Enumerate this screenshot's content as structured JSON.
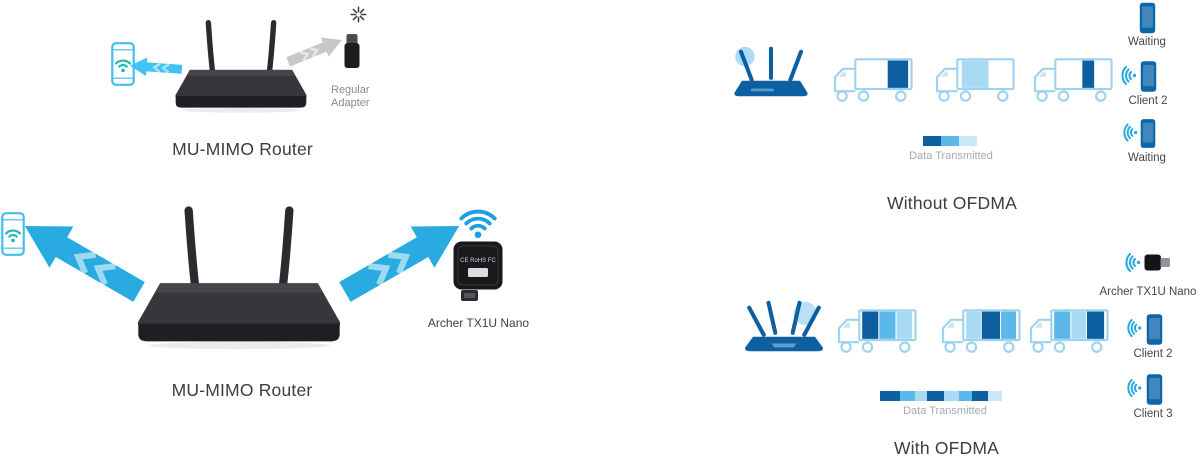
{
  "left": {
    "small": {
      "adapter_label": "Regular Adapter",
      "title": "MU-MIMO Router"
    },
    "large": {
      "adapter_label": "Archer TX1U Nano",
      "adapter_marks": "CE RoHS FC",
      "title": "MU-MIMO Router"
    }
  },
  "right": {
    "without": {
      "title": "Without OFDMA",
      "bar_label": "Data Transmitted",
      "bar_segments": [
        {
          "w": 18,
          "color": "#0e5f9f"
        },
        {
          "w": 18,
          "color": "#5bb8e8"
        },
        {
          "w": 18,
          "color": "#c9e8f8"
        }
      ],
      "trucks": [
        {
          "segments": [
            {
              "x": 0.58,
              "w": 0.38,
              "color": "#0e5f9f"
            }
          ]
        },
        {
          "segments": [
            {
              "x": 0.06,
              "w": 0.5,
              "color": "#a9daf4"
            }
          ]
        },
        {
          "segments": [
            {
              "x": 0.48,
              "w": 0.22,
              "color": "#0e5f9f"
            }
          ]
        }
      ],
      "clients": [
        {
          "label": "Waiting"
        },
        {
          "label": "Client 2"
        },
        {
          "label": "Waiting"
        }
      ]
    },
    "with": {
      "title": "With OFDMA",
      "bar_label": "Data Transmitted",
      "bar_segments": [
        {
          "w": 20,
          "color": "#0e5f9f"
        },
        {
          "w": 15,
          "color": "#5bb8e8"
        },
        {
          "w": 12,
          "color": "#a9daf4"
        },
        {
          "w": 17,
          "color": "#0e5f9f"
        },
        {
          "w": 15,
          "color": "#a9daf4"
        },
        {
          "w": 13,
          "color": "#5bb8e8"
        },
        {
          "w": 16,
          "color": "#0e5f9f"
        },
        {
          "w": 14,
          "color": "#c9e8f8"
        }
      ],
      "trucks": [
        {
          "segments": [
            {
              "x": 0.03,
              "w": 0.3,
              "color": "#0e5f9f"
            },
            {
              "x": 0.35,
              "w": 0.3,
              "color": "#5bb8e8"
            },
            {
              "x": 0.67,
              "w": 0.29,
              "color": "#a9daf4"
            }
          ]
        },
        {
          "segments": [
            {
              "x": 0.03,
              "w": 0.27,
              "color": "#a9daf4"
            },
            {
              "x": 0.32,
              "w": 0.34,
              "color": "#0e5f9f"
            },
            {
              "x": 0.68,
              "w": 0.28,
              "color": "#5bb8e8"
            }
          ]
        },
        {
          "segments": [
            {
              "x": 0.03,
              "w": 0.3,
              "color": "#5bb8e8"
            },
            {
              "x": 0.35,
              "w": 0.27,
              "color": "#a9daf4"
            },
            {
              "x": 0.64,
              "w": 0.32,
              "color": "#0e5f9f"
            }
          ]
        }
      ],
      "clients": [
        {
          "label": "Archer TX1U Nano"
        },
        {
          "label": "Client 2"
        },
        {
          "label": "Client 3"
        }
      ]
    }
  },
  "colors": {
    "accent_blue": "#29abe2",
    "dark_blue": "#0e5f9f",
    "mid_blue": "#5bb8e8",
    "light_blue": "#a9daf4",
    "pale_blue": "#c9e8f8",
    "router_dark": "#2d2d31",
    "truck_outline": "#9fd2ee"
  }
}
